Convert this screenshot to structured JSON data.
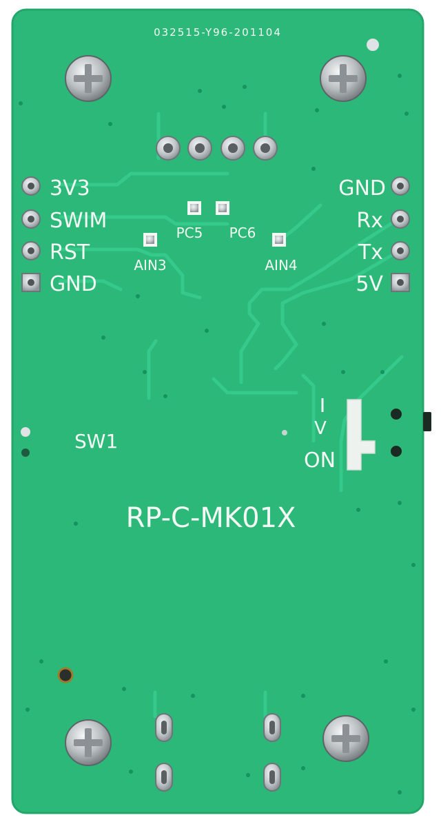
{
  "board": {
    "serial": "032515-Y96-201104",
    "model": "RP-C-MK01X",
    "switch_label": "SW1",
    "switch_on": "ON",
    "switch_mark": "V",
    "left_pins": [
      "3V3",
      "SWIM",
      "RST",
      "GND"
    ],
    "right_pins": [
      "GND",
      "Rx",
      "Tx",
      "5V"
    ],
    "pads": [
      "PC5",
      "PC6",
      "AIN3",
      "AIN4"
    ]
  },
  "colors": {
    "pcb": "#2bb878",
    "pcb_edge": "#24a66b",
    "trace": "#36c98c",
    "silkscreen": "#f4f8f4",
    "pad": "#c9ced0"
  }
}
